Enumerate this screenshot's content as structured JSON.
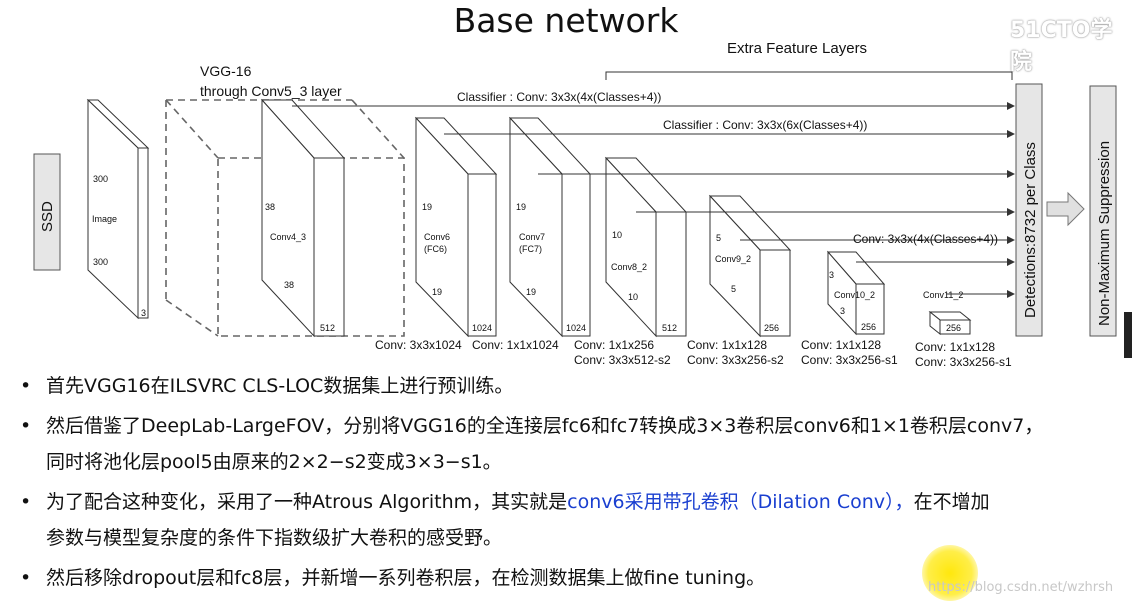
{
  "title": "Base network",
  "watermark": {
    "logo": "51CTO学院",
    "url": "https://blog.csdn.net/wzhrsh"
  },
  "diagram": {
    "ssd_label": "SSD",
    "vgg_label_1": "VGG-16",
    "vgg_label_2": "through Conv5_3 layer",
    "extra_label": "Extra Feature Layers",
    "classifier_1": "Classifier : Conv: 3x3x(4x(Classes+4))",
    "classifier_2": "Classifier : Conv: 3x3x(6x(Classes+4))",
    "classifier_3": "Conv: 3x3x(4x(Classes+4))",
    "image": {
      "h": "300",
      "label": "Image",
      "w": "300",
      "d": "3"
    },
    "conv4_3": {
      "h": "38",
      "label": "Conv4_3",
      "w": "38",
      "d": "512"
    },
    "conv6": {
      "h": "19",
      "label1": "Conv6",
      "label2": "(FC6)",
      "w": "19",
      "d": "1024"
    },
    "conv7": {
      "h": "19",
      "label1": "Conv7",
      "label2": "(FC7)",
      "w": "19",
      "d": "1024"
    },
    "conv8_2": {
      "h": "10",
      "label": "Conv8_2",
      "w": "10",
      "d": "512"
    },
    "conv9_2": {
      "h": "5",
      "label": "Conv9_2",
      "w": "5",
      "d": "256"
    },
    "conv10_2": {
      "h": "3",
      "label": "Conv10_2",
      "w": "3",
      "d": "256"
    },
    "conv11_2": {
      "label": "Conv11_2",
      "d": "256"
    },
    "captions": {
      "c1": "Conv: 3x3x1024",
      "c2": "Conv: 1x1x1024",
      "c3a": "Conv: 1x1x256",
      "c3b": "Conv:  3x3x512-s2",
      "c4a": "Conv: 1x1x128",
      "c4b": "Conv: 3x3x256-s2",
      "c5a": "Conv: 1x1x128",
      "c5b": "Conv: 3x3x256-s1",
      "c6a": "Conv: 1x1x128",
      "c6b": "Conv: 3x3x256-s1"
    },
    "detections": "Detections:8732  per Class",
    "nms": "Non-Maximum Suppression"
  },
  "bullets": [
    {
      "text": "首先VGG16在ILSVRC CLS-LOC数据集上进行预训练。"
    },
    {
      "line1": "然后借鉴了DeepLab-LargeFOV，分别将VGG16的全连接层fc6和fc7转换成3×3卷积层conv6和1×1卷积层conv7，",
      "line2": "同时将池化层pool5由原来的2×2−s2变成3×3−s1。"
    },
    {
      "pre": "为了配合这种变化，采用了一种Atrous Algorithm，其实就是",
      "highlight": "conv6采用带孔卷积（Dilation Conv），",
      "post": "在不增加",
      "line2": "参数与模型复杂度的条件下指数级扩大卷积的感受野。"
    },
    {
      "text": "然后移除dropout层和fc8层，并新增一系列卷积层，在检测数据集上做fine tuning。"
    }
  ],
  "colors": {
    "highlight": "#1a3fd0",
    "box_fill": "#e6e6e6",
    "pointer": "#ffe600"
  }
}
